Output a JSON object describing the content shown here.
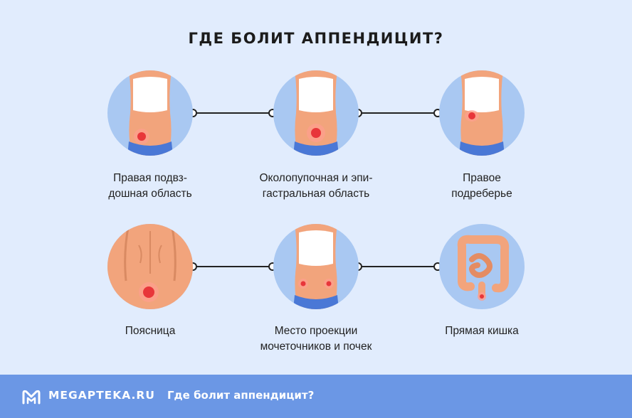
{
  "header": {
    "title": "ГДЕ БОЛИТ АППЕНДИЦИТ?"
  },
  "cards": [
    {
      "label": "Правая подвз-\nдошная область"
    },
    {
      "label": "Околопупочная и эпи-\nгастральная область"
    },
    {
      "label": "Правое\nподреберье"
    },
    {
      "label": "Поясница"
    },
    {
      "label": "Место проекции\nмочеточников и почек"
    },
    {
      "label": "Прямая кишка"
    }
  ],
  "footer": {
    "brand": "MEGAPTEKA.RU",
    "caption": "Где болит аппендицит?"
  },
  "colors": {
    "background": "#e1ecfd",
    "circle": "#a9c8f2",
    "skin": "#f2a47c",
    "pain": "#e8363a",
    "footer": "#6b97e5"
  }
}
